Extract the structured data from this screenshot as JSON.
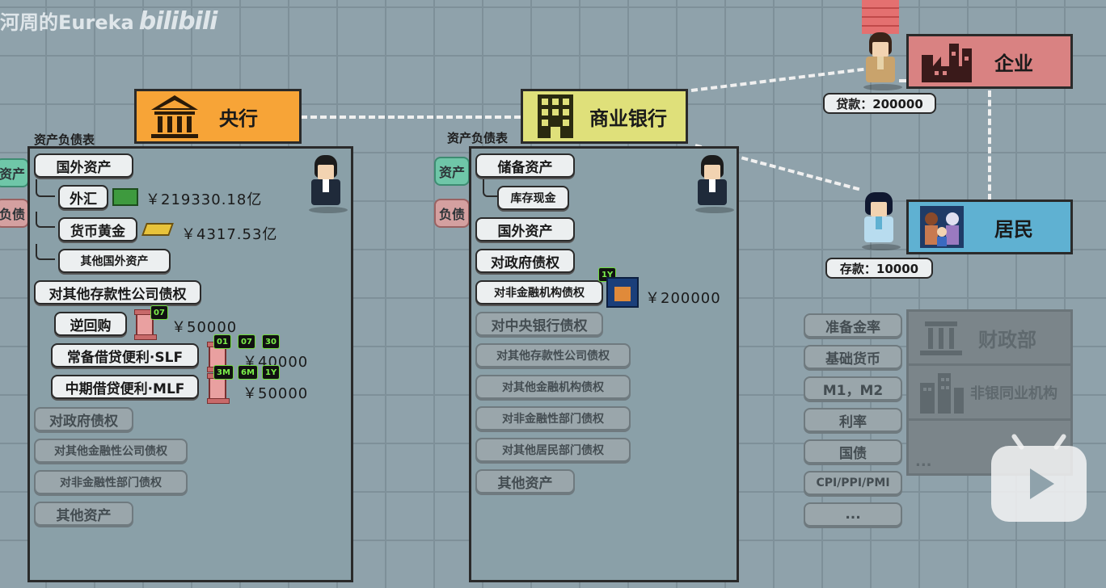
{
  "watermark": {
    "author": "河周的Eureka",
    "platform": "bilibili"
  },
  "entities": {
    "central_bank": "央行",
    "commercial_bank": "商业银行",
    "enterprise": "企业",
    "residents": "居民",
    "finance_ministry": "财政部",
    "non_bank": "非银同业机构",
    "more": "..."
  },
  "central_bank_sheet": {
    "title": "资产负债表",
    "items": {
      "foreign_assets": "国外资产",
      "forex": "外汇",
      "forex_amount": "￥219330.18亿",
      "gold": "货币黄金",
      "gold_amount": "￥4317.53亿",
      "other_foreign": "其他国外资产",
      "claims_deposit_corps": "对其他存款性公司债权",
      "reverse_repo": "逆回购",
      "reverse_repo_amount": "￥50000",
      "reverse_repo_badge": "07",
      "slf": "常备借贷便利·SLF",
      "slf_amount": "￥40000",
      "slf_badges": [
        "01",
        "07",
        "30"
      ],
      "mlf": "中期借贷便利·MLF",
      "mlf_amount": "￥50000",
      "mlf_badges": [
        "3M",
        "6M",
        "1Y"
      ],
      "claims_gov": "对政府债权",
      "claims_other_fin": "对其他金融性公司债权",
      "claims_nonfin": "对非金融性部门债权",
      "other_assets": "其他资产"
    }
  },
  "commercial_bank_sheet": {
    "title": "资产负债表",
    "items": {
      "reserve_assets": "储备资产",
      "cash": "库存现金",
      "foreign_assets": "国外资产",
      "claims_gov": "对政府债权",
      "claims_nonfin_inst": "对非金融机构债权",
      "claims_nonfin_inst_amount": "￥200000",
      "claims_nonfin_inst_badge": "1Y",
      "claims_central_bank": "对中央银行债权",
      "claims_deposit_corps": "对其他存款性公司债权",
      "claims_other_fin": "对其他金融机构债权",
      "claims_nonfin_sector": "对非金融性部门债权",
      "claims_resident": "对其他居民部门债权",
      "other_assets": "其他资产"
    }
  },
  "side_tabs": {
    "asset": "资产",
    "liability": "负债"
  },
  "tags": {
    "loan": "贷款：200000",
    "deposit": "存款：10000"
  },
  "indicators": [
    "准备金率",
    "基础货币",
    "M1，M2",
    "利率",
    "国债",
    "CPI/PPI/PMI",
    "..."
  ],
  "colors": {
    "central_bank": "#f7a437",
    "commercial_bank": "#dfe07a",
    "enterprise": "#d98282",
    "residents": "#5fb1d2"
  }
}
